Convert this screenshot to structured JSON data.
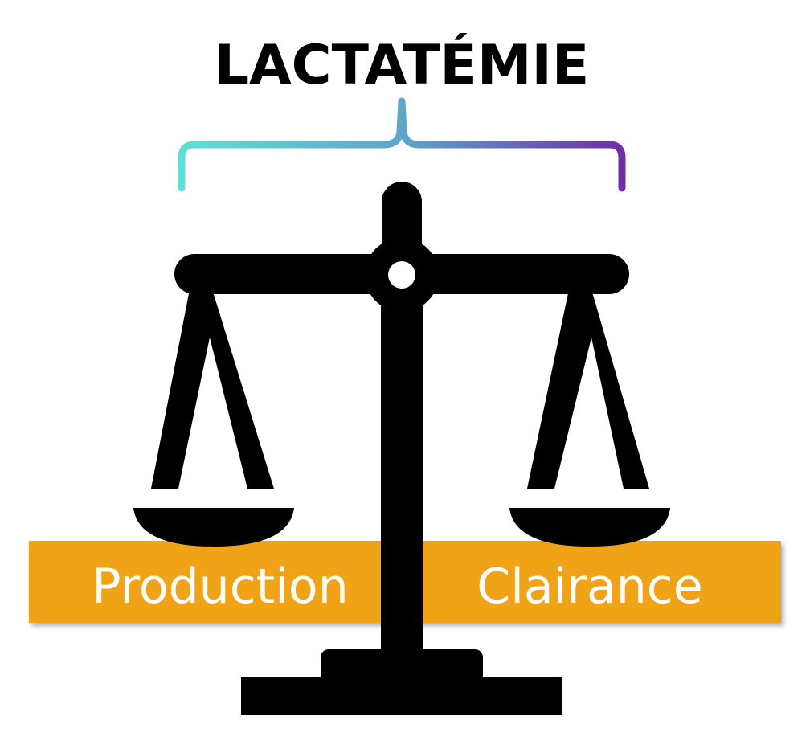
{
  "title": "LACTATÉMIE",
  "labels": {
    "left": "Production",
    "right": "Clairance"
  },
  "colors": {
    "title": "#000000",
    "scale": "#000000",
    "band": "#F0A312",
    "label_text": "#FFFFFF",
    "brace_start": "#5FE0D6",
    "brace_mid": "#5EA6C8",
    "brace_end": "#6F2DA8",
    "pivot_hole": "#FFFFFF"
  },
  "icons": {
    "scale": "balance-scale-icon",
    "brace": "curly-brace-icon"
  }
}
